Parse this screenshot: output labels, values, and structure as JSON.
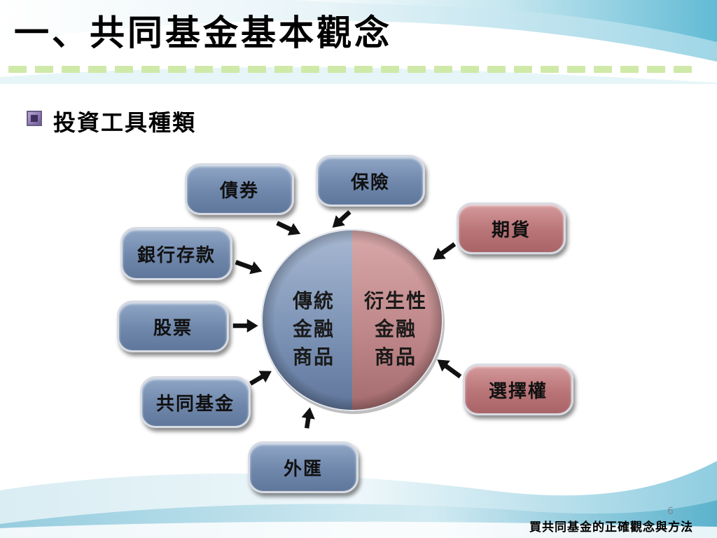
{
  "slide": {
    "title": "一、共同基金基本觀念",
    "subtitle": "投資工具種類",
    "page_number": "6",
    "footer": "買共同基金的正確觀念與方法"
  },
  "diagram": {
    "center_left_lines": [
      "傳統",
      "金融",
      "商品"
    ],
    "center_right_lines": [
      "衍生性",
      "金融",
      "商品"
    ],
    "traditional_items": [
      "債券",
      "保險",
      "銀行存款",
      "股票",
      "共同基金",
      "外匯"
    ],
    "derivative_items": [
      "期貨",
      "選擇權"
    ]
  },
  "colors": {
    "traditional": "#7089ad",
    "derivative": "#b97477",
    "accent_dash": "#cfe9a8"
  },
  "icons": {
    "bullet": "square-bullet-icon",
    "arrow": "arrow-icon"
  }
}
